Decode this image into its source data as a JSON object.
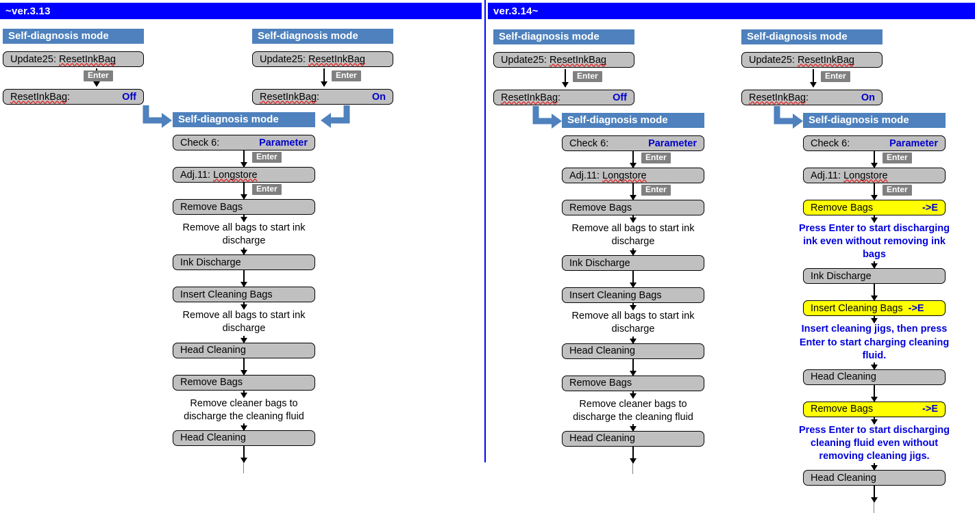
{
  "panels": [
    {
      "version_label": "~ver.3.13",
      "columns": [
        {
          "header": "Self-diagnosis mode",
          "nodes": [
            {
              "label": "Update25: ResetInkBag",
              "right": "",
              "highlight": false
            },
            {
              "label": "ResetInkBag:",
              "right": "Off",
              "highlight": false
            }
          ],
          "enter_labels": [
            "Enter"
          ]
        },
        {
          "header": "Self-diagnosis mode",
          "nodes": [
            {
              "label": "Update25: ResetInkBag",
              "right": "",
              "highlight": false
            },
            {
              "label": "ResetInkBag:",
              "right": "On",
              "highlight": false
            }
          ],
          "enter_labels": [
            "Enter"
          ]
        },
        {
          "header": "Self-diagnosis mode",
          "enter_labels": [
            "Enter",
            "Enter"
          ],
          "steps": [
            {
              "type": "node",
              "label": "Check  6:",
              "right": "Parameter",
              "highlight": false
            },
            {
              "type": "node",
              "label": "Adj.11:  Longstore",
              "right": "",
              "highlight": false
            },
            {
              "type": "node",
              "label": "Remove Bags",
              "right": "",
              "highlight": false
            },
            {
              "type": "caption",
              "text": "Remove all bags to start ink discharge",
              "blue": false
            },
            {
              "type": "node",
              "label": "Ink Discharge",
              "right": "",
              "highlight": false
            },
            {
              "type": "node",
              "label": "Insert Cleaning Bags",
              "right": "",
              "highlight": false
            },
            {
              "type": "caption",
              "text": "Remove all bags to start ink discharge",
              "blue": false
            },
            {
              "type": "node",
              "label": "Head Cleaning",
              "right": "",
              "highlight": false
            },
            {
              "type": "node",
              "label": "Remove Bags",
              "right": "",
              "highlight": false
            },
            {
              "type": "caption",
              "text": "Remove cleaner bags to discharge the cleaning fluid",
              "blue": false
            },
            {
              "type": "node",
              "label": "Head Cleaning",
              "right": "",
              "highlight": false
            }
          ]
        }
      ]
    },
    {
      "version_label": "ver.3.14~",
      "columns": [
        {
          "header": "Self-diagnosis mode",
          "nodes": [
            {
              "label": "Update25: ResetInkBag",
              "right": "",
              "highlight": false
            },
            {
              "label": "ResetInkBag:",
              "right": "Off",
              "highlight": false
            }
          ],
          "enter_labels": [
            "Enter"
          ]
        },
        {
          "header": "Self-diagnosis mode",
          "nodes": [
            {
              "label": "Update25: ResetInkBag",
              "right": "",
              "highlight": false
            },
            {
              "label": "ResetInkBag:",
              "right": "On",
              "highlight": false
            }
          ],
          "enter_labels": [
            "Enter"
          ]
        },
        {
          "header": "Self-diagnosis mode",
          "enter_labels": [
            "Enter",
            "Enter"
          ],
          "steps": [
            {
              "type": "node",
              "label": "Check  6:",
              "right": "Parameter",
              "highlight": false
            },
            {
              "type": "node",
              "label": "Adj.11:  Longstore",
              "right": "",
              "highlight": false
            },
            {
              "type": "node",
              "label": "Remove Bags",
              "right": "",
              "highlight": false
            },
            {
              "type": "caption",
              "text": "Remove all bags to start ink discharge",
              "blue": false
            },
            {
              "type": "node",
              "label": "Ink Discharge",
              "right": "",
              "highlight": false
            },
            {
              "type": "node",
              "label": "Insert Cleaning Bags",
              "right": "",
              "highlight": false
            },
            {
              "type": "caption",
              "text": "Remove all bags to start ink discharge",
              "blue": false
            },
            {
              "type": "node",
              "label": "Head Cleaning",
              "right": "",
              "highlight": false
            },
            {
              "type": "node",
              "label": "Remove Bags",
              "right": "",
              "highlight": false
            },
            {
              "type": "caption",
              "text": "Remove cleaner bags to discharge the cleaning fluid",
              "blue": false
            },
            {
              "type": "node",
              "label": "Head Cleaning",
              "right": "",
              "highlight": false
            }
          ]
        },
        {
          "header": "Self-diagnosis mode",
          "enter_labels": [
            "Enter",
            "Enter"
          ],
          "steps": [
            {
              "type": "node",
              "label": "Check  6:",
              "right": "Parameter",
              "highlight": false
            },
            {
              "type": "node",
              "label": "Adj.11:  Longstore",
              "right": "",
              "highlight": false
            },
            {
              "type": "node",
              "label": "Remove Bags",
              "right": "->E",
              "highlight": true
            },
            {
              "type": "caption",
              "text": "Press Enter to start discharging ink even without removing ink bags",
              "blue": true
            },
            {
              "type": "node",
              "label": "Ink Discharge",
              "right": "",
              "highlight": false
            },
            {
              "type": "node",
              "label": "Insert Cleaning Bags",
              "right": "->E",
              "highlight": true,
              "tight": true
            },
            {
              "type": "caption",
              "text": "Insert cleaning jigs, then press Enter to start charging cleaning fluid.",
              "blue": true
            },
            {
              "type": "node",
              "label": "Head Cleaning",
              "right": "",
              "highlight": false
            },
            {
              "type": "node",
              "label": "Remove Bags",
              "right": "->E",
              "highlight": true
            },
            {
              "type": "caption",
              "text": "Press Enter to start discharging cleaning fluid even without removing cleaning jigs.",
              "blue": true
            },
            {
              "type": "node",
              "label": "Head Cleaning",
              "right": "",
              "highlight": false
            }
          ]
        }
      ]
    }
  ],
  "colors": {
    "version_bar": "#0000ff",
    "mode_header": "#4e81bd",
    "node_fill": "#c0c0c0",
    "node_highlight": "#ffff00",
    "accent_text": "#0000cc",
    "enter_badge": "#808080",
    "divider": "#0000ff"
  },
  "icons": {
    "hook_arrow_right": "hook-arrow-right-icon",
    "hook_arrow_left": "hook-arrow-left-icon",
    "down_arrow": "down-arrow-icon"
  }
}
